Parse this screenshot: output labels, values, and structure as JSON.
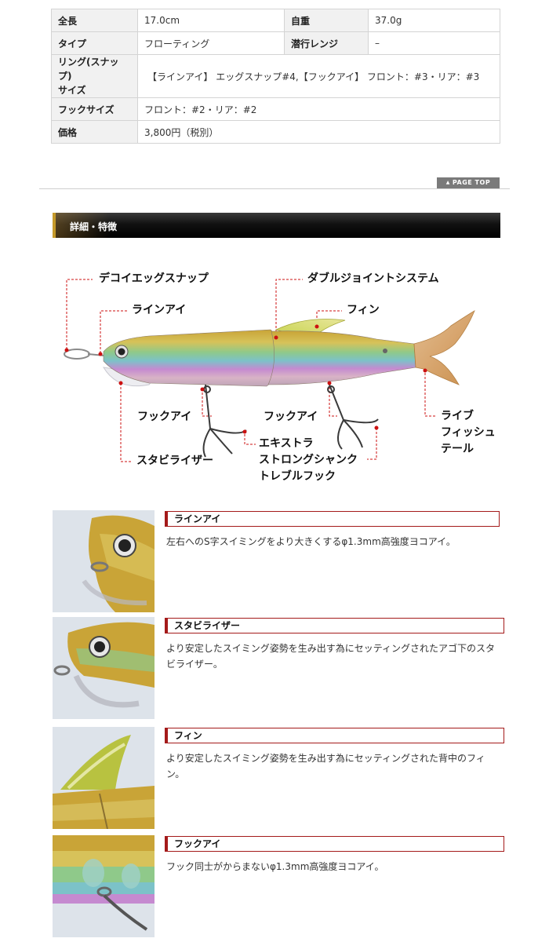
{
  "specs": {
    "row1": {
      "h1": "全長",
      "v1": "17.0cm",
      "h2": "自重",
      "v2": "37.0g"
    },
    "row2": {
      "h1": "タイプ",
      "v1": "フローティング",
      "h2": "潜行レンジ",
      "v2": "–"
    },
    "row3": {
      "h1a": "リング(スナップ)",
      "h1b": "サイズ",
      "v1": "【ラインアイ】 エッグスナップ#4,【フックアイ】 フロント：#3・リア：#3"
    },
    "row4": {
      "h1": "フックサイズ",
      "v1": "フロント：#2・リア：#2"
    },
    "row5": {
      "h1": "価格",
      "v1": "3,800円（税別）"
    }
  },
  "page_top": "PAGE TOP",
  "section_title": "詳細・特徴",
  "diagram": {
    "decoy_snap": "デコイエッグスナップ",
    "line_eye": "ラインアイ",
    "double_joint": "ダブルジョイントシステム",
    "fin": "フィン",
    "hook_eye_1": "フックアイ",
    "hook_eye_2": "フックアイ",
    "stabilizer": "スタビライザー",
    "extra_1": "エキストラ",
    "extra_2": "ストロングシャンク",
    "extra_3": "トレブルフック",
    "tail_1": "ライブ",
    "tail_2": "フィッシュ",
    "tail_3": "テール"
  },
  "features": [
    {
      "title": "ラインアイ",
      "desc": "左右へのS字スイミングをより大きくするφ1.3mm高強度ヨコアイ。"
    },
    {
      "title": "スタビライザー",
      "desc": "より安定したスイミング姿勢を生み出す為にセッティングされたアゴ下のスタビライザー。"
    },
    {
      "title": "フィン",
      "desc": "より安定したスイミング姿勢を生み出す為にセッティングされた背中のフィン。"
    },
    {
      "title": "フックアイ",
      "desc": "フック同士がからまないφ1.3mm高強度ヨコアイ。"
    }
  ],
  "colors": {
    "accent_red": "#a41a1a",
    "leader_red": "#cc1111",
    "gold": "#c59a2a"
  }
}
